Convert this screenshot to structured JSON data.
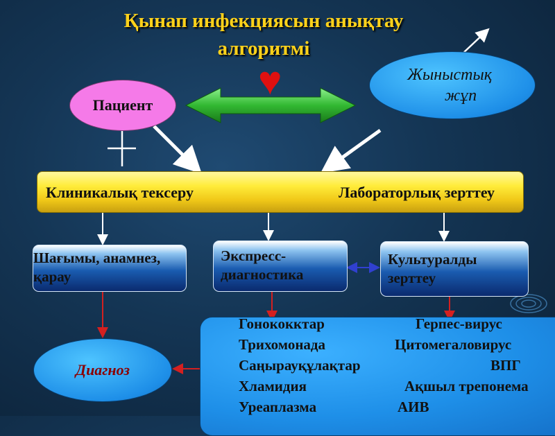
{
  "title": {
    "line1": "Қынап инфекциясын анықтау",
    "line2": "алгоритмі"
  },
  "nodes": {
    "patient": "Пациент",
    "partner_line1": "Жыныстық",
    "partner_line2": "жұп",
    "clinical_exam": "Клиникалық тексеру",
    "lab_research": "Лабораторлық зерттеу",
    "complaints_line1": "Шағымы, анамнез,",
    "complaints_line2": "қарау",
    "express_line1": "Экспресс-",
    "express_line2": "диагностика",
    "culture_line1": "Культуралды",
    "culture_line2": "зерттеу",
    "diagnosis": "Диагноз"
  },
  "pathogens": {
    "left": [
      "Гонококктар",
      "Трихомонада",
      "Саңырауқұлақтар",
      "Хламидия",
      "Уреаплазма"
    ],
    "right": [
      "Герпес-вирус",
      "Цитомегаловирус",
      "ВПГ",
      "Ақшыл трепонема",
      "АИВ"
    ]
  },
  "colors": {
    "title": "#ffd21a",
    "patient_oval": "#f57ae8",
    "blue_oval": "#1e8fe8",
    "yellow_bar": "#ffec3a",
    "green_arrow": "#32b832",
    "red_arrow": "#d42020",
    "heart": "#e01010"
  },
  "icons": {
    "heart": "heart-icon",
    "female_symbol": "venus-cross-icon"
  }
}
